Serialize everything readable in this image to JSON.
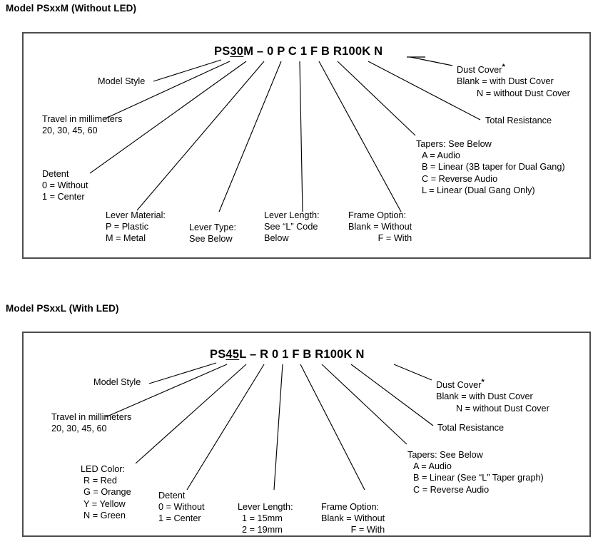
{
  "diagrams": [
    {
      "heading": "Model PSxxM (Without LED)",
      "part_number": {
        "prefix": "PS",
        "travel_underlined": "30",
        "suffix": "M",
        "full": "PS30M – 0 P C 1 F B R100K N",
        "segments": [
          "PS30M",
          "–",
          "0",
          "P",
          "C",
          "1",
          "F",
          "B",
          "R100K",
          "N"
        ]
      },
      "callouts": {
        "model_style": {
          "lines": [
            "Model Style"
          ]
        },
        "travel": {
          "lines": [
            "Travel in millimeters",
            "20, 30, 45, 60"
          ]
        },
        "detent": {
          "lines": [
            "Detent",
            "0 = Without",
            "1 = Center"
          ]
        },
        "lever_material": {
          "lines": [
            "Lever Material:",
            "P = Plastic",
            "M = Metal"
          ]
        },
        "lever_type": {
          "lines": [
            "Lever Type:",
            "See Below"
          ]
        },
        "lever_length": {
          "lines": [
            "Lever Length:",
            "See “L” Code",
            "Below"
          ]
        },
        "frame_option": {
          "lines": [
            "Frame Option:",
            "Blank = Without",
            "F = With"
          ]
        },
        "tapers": {
          "lines": [
            "Tapers: See Below",
            "A = Audio",
            "B = Linear (3B taper for Dual Gang)",
            "C = Reverse Audio",
            "L = Linear (Dual Gang Only)"
          ]
        },
        "total_resistance": {
          "lines": [
            "Total Resistance"
          ]
        },
        "dust_cover": {
          "title": "Dust Cover",
          "star": "*",
          "lines": [
            "Blank = with Dust Cover",
            "N = without Dust Cover"
          ]
        }
      }
    },
    {
      "heading": "Model PSxxL (With LED)",
      "part_number": {
        "prefix": "PS",
        "travel_underlined": "45",
        "suffix": "L",
        "full": "PS45L – R 0 1 F B R100K N",
        "segments": [
          "PS45L",
          "–",
          "R",
          "0",
          "1",
          "F",
          "B",
          "R100K",
          "N"
        ]
      },
      "callouts": {
        "model_style": {
          "lines": [
            "Model Style"
          ]
        },
        "travel": {
          "lines": [
            "Travel in millimeters",
            "20, 30, 45, 60"
          ]
        },
        "led_color": {
          "lines": [
            "LED Color:",
            "R = Red",
            "G = Orange",
            "Y = Yellow",
            "N = Green"
          ]
        },
        "detent": {
          "lines": [
            "Detent",
            "0 = Without",
            "1 = Center"
          ]
        },
        "lever_length": {
          "lines": [
            "Lever Length:",
            "1 = 15mm",
            "2 = 19mm"
          ]
        },
        "frame_option": {
          "lines": [
            "Frame Option:",
            "Blank = Without",
            "F = With"
          ]
        },
        "tapers": {
          "lines": [
            "Tapers: See Below",
            "A = Audio",
            "B = Linear (See “L” Taper graph)",
            "C = Reverse Audio"
          ]
        },
        "total_resistance": {
          "lines": [
            "Total Resistance"
          ]
        },
        "dust_cover": {
          "title": "Dust Cover",
          "star": "*",
          "lines": [
            "Blank = with Dust Cover",
            "N = without Dust Cover"
          ]
        }
      }
    }
  ],
  "colors": {
    "text": "#000000",
    "border": "#4d4d4d",
    "background": "#ffffff"
  }
}
